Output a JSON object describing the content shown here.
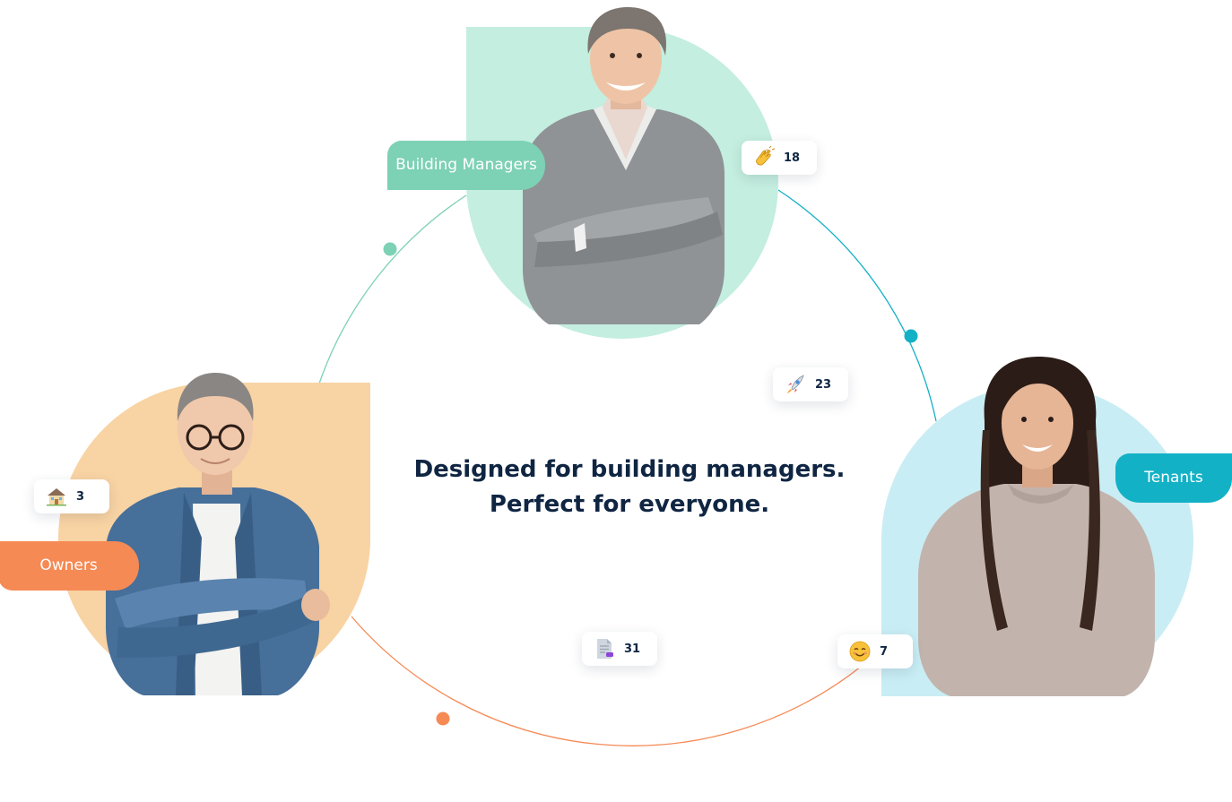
{
  "headline": {
    "line1": "Designed for building managers.",
    "line2": "Perfect for everyone."
  },
  "roles": {
    "building_managers": "Building Managers",
    "owners": "Owners",
    "tenants": "Tenants"
  },
  "reactions": {
    "clap": {
      "icon": "clapping-hands-icon",
      "count": "18"
    },
    "rocket": {
      "icon": "rocket-icon",
      "count": "23"
    },
    "house": {
      "icon": "house-icon",
      "count": "3"
    },
    "document": {
      "icon": "document-icon",
      "count": "31"
    },
    "smile": {
      "icon": "smiling-face-icon",
      "count": "7"
    }
  },
  "colors": {
    "managers_accent": "#7dd1b4",
    "managers_bg": "#c4eedf",
    "owners_accent": "#f58a55",
    "owners_bg": "#f8d3a3",
    "tenants_accent": "#13b1c6",
    "tenants_bg": "#c9edf4",
    "headline_text": "#0f2542"
  }
}
